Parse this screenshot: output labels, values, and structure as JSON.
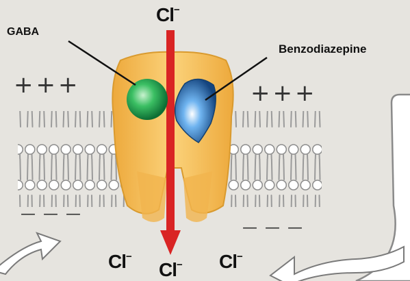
{
  "labels": {
    "gaba": "GABA",
    "benzodiazepine": "Benzodiazepine",
    "chloride_top": "Cl",
    "chloride_bottom_left": "Cl",
    "chloride_bottom_center": "Cl",
    "chloride_bottom_right": "Cl",
    "chloride_charge": "−"
  },
  "charges": {
    "outside_left": "+++",
    "outside_right": "+++",
    "inside_left": "— — —",
    "inside_right": "— — —"
  },
  "colors": {
    "background": "#e6e4df",
    "channel": "#f4b84a",
    "gaba_site": "#2fa85a",
    "benzo_site": "#2f6fbf",
    "ion_arrow": "#d92424",
    "membrane": "#9a9a9a",
    "callout": "#ffffff"
  }
}
